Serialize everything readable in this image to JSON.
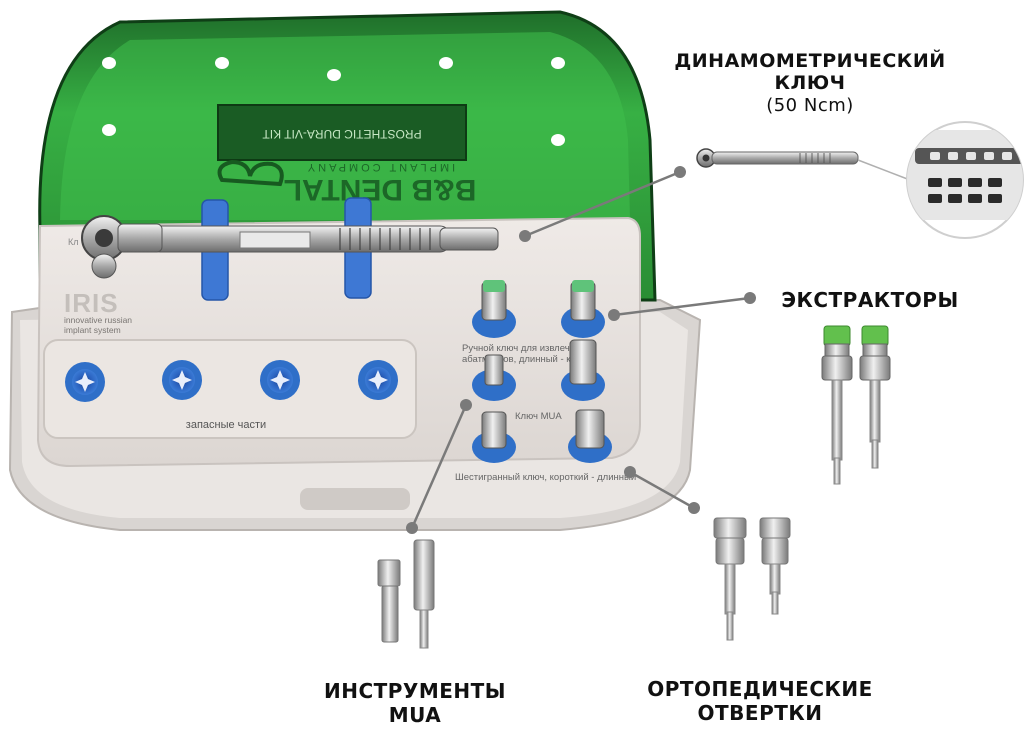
{
  "kit": {
    "lid_label": "PROSTHETIC DURA-VIT KIT",
    "lid_brand": "B&B DENTAL",
    "lid_brand_sub": "IMPLANT COMPANY",
    "tray_brand": "IRIS",
    "tray_brand_sub_1": "innovative russian",
    "tray_brand_sub_2": "implant system",
    "tray_corner_label": "Кл",
    "spare_parts_label": "запасные части",
    "manual_key_label_1": "Ручной ключ для извлечения",
    "manual_key_label_2": "абатментов, длинный - коро",
    "mua_key_label": "Ключ MUA",
    "hex_key_label": "Шестигранный ключ, короткий - длинный"
  },
  "captions": {
    "torque_wrench_line1": "ДИНАМОМЕТРИЧЕСКИЙ",
    "torque_wrench_line2": "КЛЮЧ",
    "torque_wrench_value": "(50 Ncm)",
    "extractors": "ЭКСТРАКТОРЫ",
    "mua_tools_line1": "ИНСТРУМЕНТЫ",
    "mua_tools_line2": "MUA",
    "prosthetic_drivers_line1": "ОРТОПЕДИЧЕСКИЕ",
    "prosthetic_drivers_line2": "ОТВЕРТКИ"
  },
  "colors": {
    "lid_green": "#2e9c3a",
    "tray_white": "#f3ece8",
    "holder_blue": "#2f6fc8",
    "pointer_gray": "#7a7a7a"
  }
}
